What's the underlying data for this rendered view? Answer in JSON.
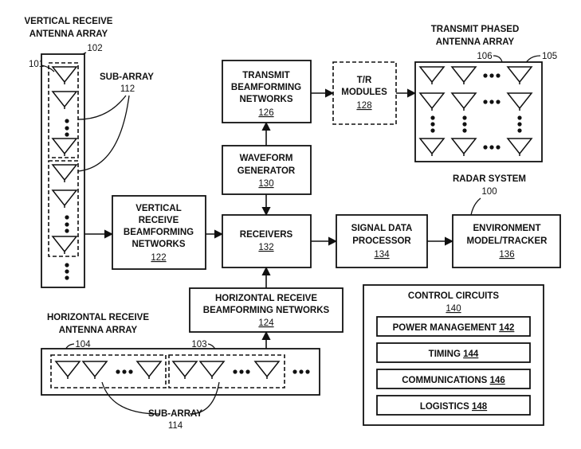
{
  "diagram": {
    "vertical_array": {
      "title_line1": "VERTICAL RECEIVE",
      "title_line2": "ANTENNA ARRAY",
      "ref": "102",
      "element_ref": "101",
      "subarray_label": "SUB-ARRAY",
      "subarray_ref": "112"
    },
    "horizontal_array": {
      "title_line1": "HORIZONTAL RECEIVE",
      "title_line2": "ANTENNA ARRAY",
      "ref": "104",
      "element_ref": "103",
      "subarray_label": "SUB-ARRAY",
      "subarray_ref": "114"
    },
    "transmit_array": {
      "title_line1": "TRANSMIT PHASED",
      "title_line2": "ANTENNA ARRAY",
      "ref": "106",
      "element_ref": "105"
    },
    "radar_system": {
      "label": "RADAR SYSTEM",
      "ref": "100"
    },
    "blocks": {
      "tx_bf": {
        "line1": "TRANSMIT",
        "line2": "BEAMFORMING",
        "line3": "NETWORKS",
        "ref": "126"
      },
      "tr_modules": {
        "line1": "T/R",
        "line2": "MODULES",
        "ref": "128"
      },
      "waveform": {
        "line1": "WAVEFORM",
        "line2": "GENERATOR",
        "ref": "130"
      },
      "v_bf": {
        "line1": "VERTICAL",
        "line2": "RECEIVE",
        "line3": "BEAMFORMING",
        "line4": "NETWORKS",
        "ref": "122"
      },
      "receivers": {
        "line1": "RECEIVERS",
        "ref": "132"
      },
      "signal_proc": {
        "line1": "SIGNAL DATA",
        "line2": "PROCESSOR",
        "ref": "134"
      },
      "env_model": {
        "line1": "ENVIRONMENT",
        "line2": "MODEL/TRACKER",
        "ref": "136"
      },
      "h_bf": {
        "line1": "HORIZONTAL RECEIVE",
        "line2": "BEAMFORMING NETWORKS",
        "ref": "124"
      }
    },
    "control": {
      "title": "CONTROL CIRCUITS",
      "ref": "140",
      "items": [
        {
          "label": "POWER MANAGEMENT",
          "ref": "142"
        },
        {
          "label": "TIMING",
          "ref": "144"
        },
        {
          "label": "COMMUNICATIONS",
          "ref": "146"
        },
        {
          "label": "LOGISTICS",
          "ref": "148"
        }
      ]
    },
    "ellipsis": "•••"
  }
}
